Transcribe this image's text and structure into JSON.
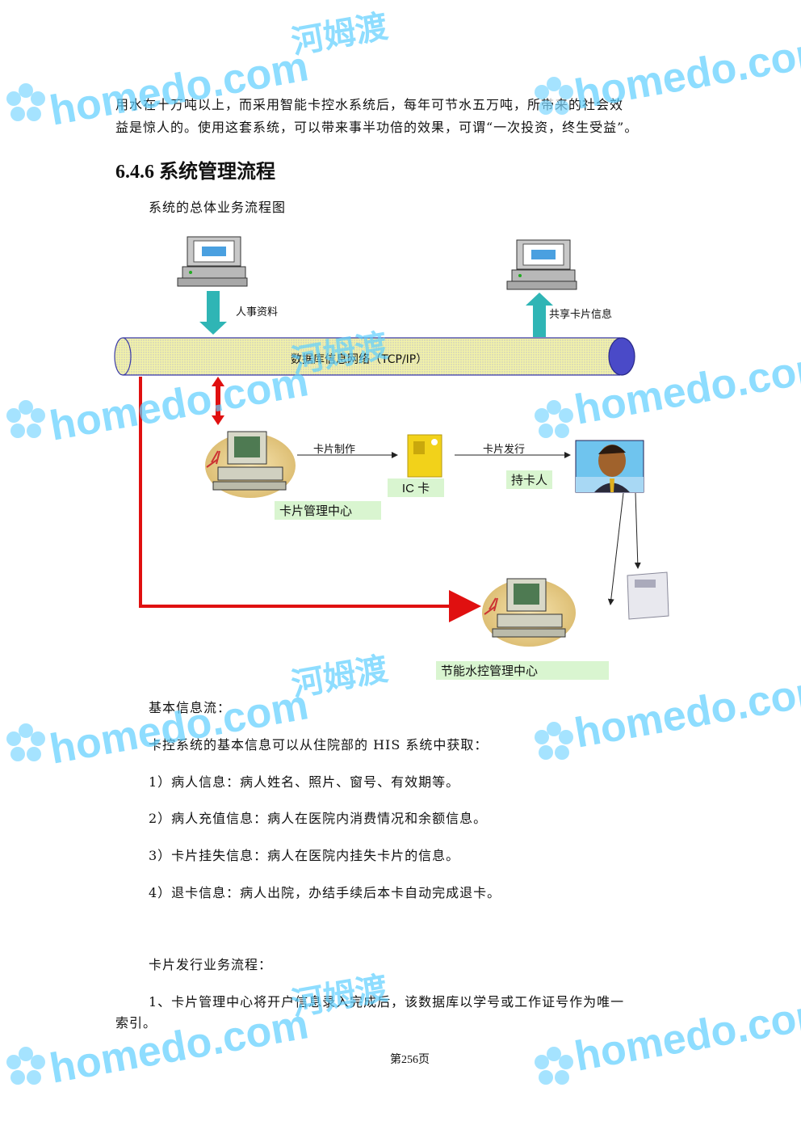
{
  "paragraph_top": [
    "用水在十万吨以上，而采用智能卡控水系统后，每年可节水五万吨，所带来的社会效",
    "益是惊人的。使用这套系统，可以带来事半功倍的效果，可谓“一次投资，终生受益”。"
  ],
  "section": {
    "heading": "6.4.6 系统管理流程"
  },
  "figure": {
    "caption": "系统的总体业务流程图",
    "network_label": "数据库信息网络（TCP/IP）",
    "hr_label": "人事资料",
    "share_label": "共享卡片信息",
    "card_make_label": "卡片制作",
    "card_issue_label": "卡片发行",
    "ic_card_label": "IC 卡",
    "holder_label": "持卡人",
    "card_center_label": "卡片管理中心",
    "water_center_label": "节能水控管理中心"
  },
  "info_flow": {
    "title": "基本信息流：",
    "intro": "卡控系统的基本信息可以从住院部的 HIS 系统中获取：",
    "items": [
      "1）病人信息：病人姓名、照片、窗号、有效期等。",
      "2）病人充值信息：病人在医院内消费情况和余额信息。",
      "3）卡片挂失信息：病人在医院内挂失卡片的信息。",
      "4）退卡信息：病人出院，办结手续后本卡自动完成退卡。"
    ]
  },
  "issue_flow": {
    "title": "卡片发行业务流程：",
    "step1_line1": "1、卡片管理中心将开户信息录入完成后，该数据库以学号或工作证号作为唯一",
    "step1_line2": "索引。"
  },
  "footer": {
    "page": "第256页"
  },
  "watermark": {
    "brand": "homedo.com",
    "cn": "河姆渡"
  },
  "colors": {
    "network_tube": "#f2f2a0",
    "network_edge": "#3a3aa8",
    "cyan_arrow": "#2fb5b5",
    "red_line": "#e01010",
    "label_bg": "#d9f5d0",
    "watermark": "#5fd0ff"
  }
}
